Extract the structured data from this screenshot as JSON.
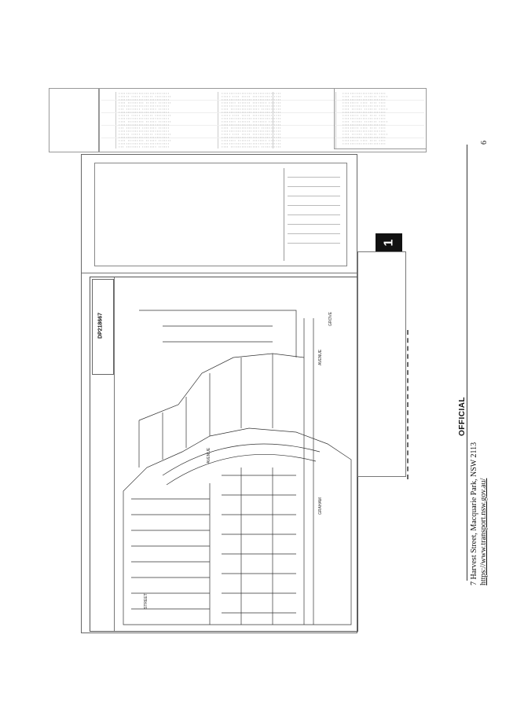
{
  "page": {
    "official_label": "OFFICIAL",
    "address": "7 Harvest Street, Macquarie Park, NSW 2113",
    "url": "https://www.transport.nsw.gov.au/",
    "page_number": "6"
  },
  "plan": {
    "dp_number": "DP218667",
    "mark_number": "1",
    "street_names": [
      "GRAHAM",
      "AVENUE",
      "GROVE",
      "STREET"
    ]
  }
}
